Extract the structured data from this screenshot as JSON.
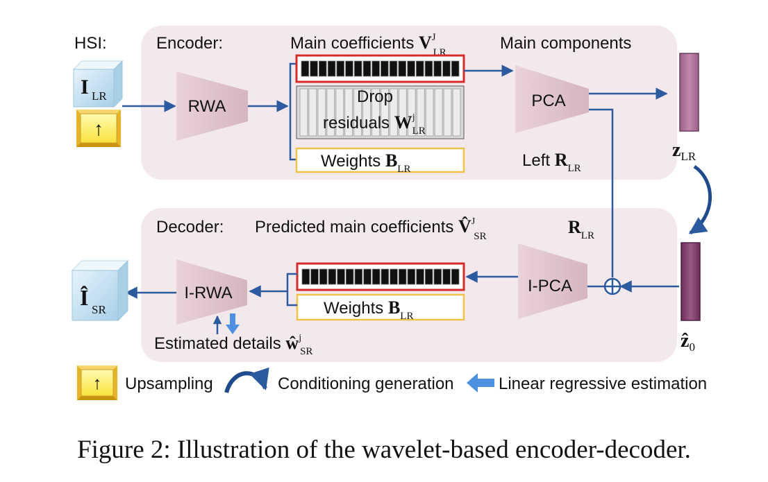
{
  "diagram": {
    "colors": {
      "panel": "#f3e9ec",
      "trapezoid": "#e2c7cf",
      "arrow": "#2c5a9e",
      "red_box": "#d72a2a",
      "gold_box": "#f0c24a",
      "cube_top": "#eaf4fa",
      "cube_front": "#c9e4f3",
      "cube_side": "#a9cfe6",
      "up_front": "#fff36b",
      "up_frame": "#e6b42a",
      "latent_lr": "#b0789a",
      "latent_0": "#8a4a72"
    },
    "hsi_label": "HSI:",
    "encoder": {
      "title": "Encoder:",
      "input_symbol": "I",
      "input_subscript": "LR",
      "up_symbol": "↑",
      "rwa": "RWA",
      "main_coeff_label": "Main coefficients ",
      "main_coeff_symbol": "V",
      "main_coeff_sup": "J",
      "main_coeff_sub": "LR",
      "drop_label": "Drop",
      "residuals_label": "residuals ",
      "residuals_symbol": "W",
      "residuals_sup": "j",
      "residuals_sub": "LR",
      "weights_label": "Weights ",
      "weights_symbol": "B",
      "weights_sub": "LR",
      "main_components_label": "Main components",
      "pca": "PCA",
      "left_label": "Left ",
      "left_symbol": "R",
      "left_sub": "LR",
      "latent_symbol": "z",
      "latent_sub": "LR"
    },
    "decoder": {
      "title": "Decoder:",
      "predicted_label": "Predicted main coefficients ",
      "predicted_symbol": "V̂",
      "predicted_sup": "J",
      "predicted_sub": "SR",
      "r_symbol": "R",
      "r_sub": "LR",
      "ipca": "I-PCA",
      "irwa": "I-RWA",
      "weights_label": "Weights ",
      "weights_symbol": "B",
      "weights_sub": "LR",
      "estimated_label": "Estimated details ",
      "estimated_symbol": "ŵ",
      "estimated_sup": "j",
      "estimated_sub": "SR",
      "output_symbol": "Î",
      "output_subscript": "SR",
      "latent_symbol": "ẑ",
      "latent_sub": "0",
      "plus_symbol": "+"
    },
    "legend": {
      "upsampling": "Upsampling",
      "conditioning": "Conditioning generation",
      "linear": "Linear regressive estimation"
    },
    "caption": "Figure 2: Illustration of the wavelet-based encoder-decoder."
  }
}
